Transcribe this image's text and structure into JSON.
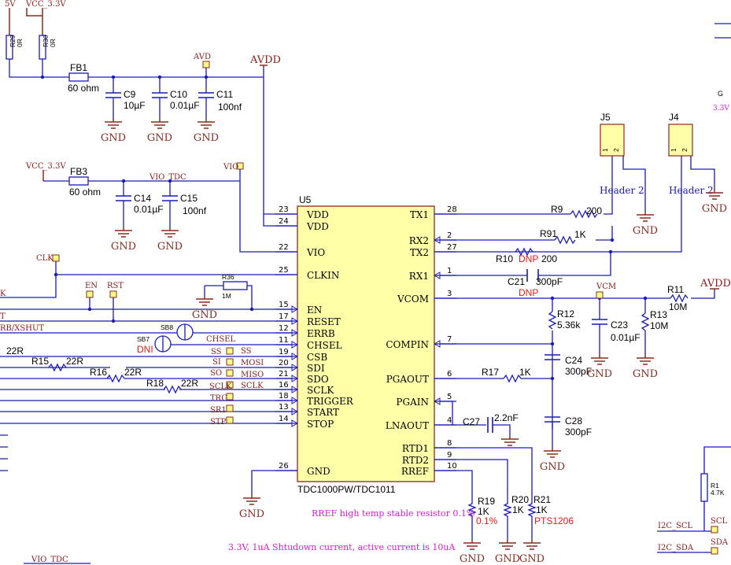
{
  "ic": {
    "ref": "U5",
    "part": "TDC1000PW/TDC1011",
    "left_pins": [
      {
        "num": "23",
        "name": "VDD"
      },
      {
        "num": "24",
        "name": "VDD"
      },
      {
        "num": "22",
        "name": "VIO"
      },
      {
        "num": "25",
        "name": "CLKIN"
      },
      {
        "num": "15",
        "name": "EN"
      },
      {
        "num": "17",
        "name": "RESET"
      },
      {
        "num": "12",
        "name": "ERRB"
      },
      {
        "num": "11",
        "name": "CHSEL"
      },
      {
        "num": "19",
        "name": "CSB"
      },
      {
        "num": "20",
        "name": "SDI"
      },
      {
        "num": "21",
        "name": "SDO"
      },
      {
        "num": "16",
        "name": "SCLK"
      },
      {
        "num": "18",
        "name": "TRIGGER"
      },
      {
        "num": "13",
        "name": "START"
      },
      {
        "num": "14",
        "name": "STOP"
      },
      {
        "num": "26",
        "name": "GND"
      }
    ],
    "right_pins": [
      {
        "num": "28",
        "name": "TX1"
      },
      {
        "num": "2",
        "name": "RX2"
      },
      {
        "num": "27",
        "name": "TX2"
      },
      {
        "num": "1",
        "name": "RX1"
      },
      {
        "num": "3",
        "name": "VCOM"
      },
      {
        "num": "7",
        "name": "COMPIN"
      },
      {
        "num": "6",
        "name": "PGAOUT"
      },
      {
        "num": "5",
        "name": "PGAIN"
      },
      {
        "num": "4",
        "name": "LNAOUT"
      },
      {
        "num": "8",
        "name": "RTD1"
      },
      {
        "num": "9",
        "name": "RTD2"
      },
      {
        "num": "10",
        "name": "RREF"
      }
    ]
  },
  "components": {
    "r29": {
      "ref": "R29",
      "val": "0R"
    },
    "r30": {
      "ref": "R30",
      "val": "0R"
    },
    "fb1": {
      "ref": "FB1",
      "val": "60 ohm"
    },
    "fb3": {
      "ref": "FB3",
      "val": "60 ohm"
    },
    "c9": {
      "ref": "C9",
      "val": "10µF"
    },
    "c10": {
      "ref": "C10",
      "val": "0.01µF"
    },
    "c11": {
      "ref": "C11",
      "val": "100nf"
    },
    "c14": {
      "ref": "C14",
      "val": "0.01µF"
    },
    "c15": {
      "ref": "C15",
      "val": "100nf"
    },
    "r36": {
      "ref": "R36",
      "val": "1M"
    },
    "r9": {
      "ref": "R9",
      "val": "200"
    },
    "r91": {
      "ref": "R91",
      "val": "1K"
    },
    "r10": {
      "ref": "R10",
      "val": "200",
      "dnp": "DNP"
    },
    "c21": {
      "ref": "C21",
      "val": "300pF",
      "dnp": "DNP"
    },
    "r11": {
      "ref": "R11",
      "val": "10M"
    },
    "r12": {
      "ref": "R12",
      "val": "5.36k"
    },
    "c23": {
      "ref": "C23",
      "val": "0.01µF"
    },
    "r13": {
      "ref": "R13",
      "val": "10M"
    },
    "c24": {
      "ref": "C24",
      "val": "300pF"
    },
    "r17": {
      "ref": "R17",
      "val": "1K"
    },
    "c27": {
      "ref": "C27",
      "val": "2.2nF"
    },
    "c28": {
      "ref": "C28",
      "val": "300pF"
    },
    "r19": {
      "ref": "R19",
      "val": "1K",
      "tol": "0.1%"
    },
    "r20": {
      "ref": "R20",
      "val": "1K"
    },
    "r21": {
      "ref": "R21",
      "val": "1K",
      "note": "PTS1206"
    },
    "r15": {
      "ref": "R15",
      "val": "22R"
    },
    "r16": {
      "ref": "R16",
      "val": "22R"
    },
    "r18": {
      "ref": "R18",
      "val": "22R"
    },
    "r14_val": "22R",
    "r1": {
      "ref": "R1",
      "val": "4.7K"
    },
    "sb8": "SB8",
    "sb7": "SB7",
    "sb7_dni": "DNI",
    "j5": {
      "ref": "J5",
      "type": "Header 2",
      "p1": "1",
      "p2": "2"
    },
    "j4": {
      "ref": "J4",
      "type": "Header 2",
      "p1": "1",
      "p2": "2"
    }
  },
  "nets": {
    "5v": "5V",
    "vcc33": "VCC_3.3V",
    "vcc33_b": "VCC_3.3V",
    "avd": "AVD",
    "avdd": "AVDD",
    "avdd2": "AVDD",
    "vio": "VIO",
    "vio_tdc": "VIO_TDC",
    "vio_tdc_bottom": "VIO_TDC",
    "clk": "CLK",
    "en": "EN",
    "rst": "RST",
    "ss": "SS",
    "si": "SI",
    "so": "SO",
    "sclk": "SCLK",
    "trg": "TRG",
    "sr1": "SR1",
    "stp": "STP",
    "chsel": "CHSEL",
    "mosi": "MOSI",
    "miso": "MISO",
    "sclk2": "SCLK",
    "vcm": "VCM",
    "errb_xshut": "RB/XSHUT",
    "k_frag": "K",
    "t_frag": "T",
    "scl": "SCL",
    "sda": "SDA",
    "i2c_scl": "I2C_SCL",
    "i2c_sda": "I2C_SDA",
    "v33_frag": "3.3V",
    "g_frag": "G",
    "gnd": "GND"
  },
  "notes": {
    "rref": "RREF high temp stable resistor 0.1%",
    "shutdown": "3.3V, 1uA Shtudown current, active current is 10uA"
  },
  "colors": {
    "wire": "#1a1ab8",
    "power": "#8b2a1f",
    "ic_fill": "#ffffa8",
    "note": "#d11fd1",
    "dnp": "#e0201a"
  }
}
